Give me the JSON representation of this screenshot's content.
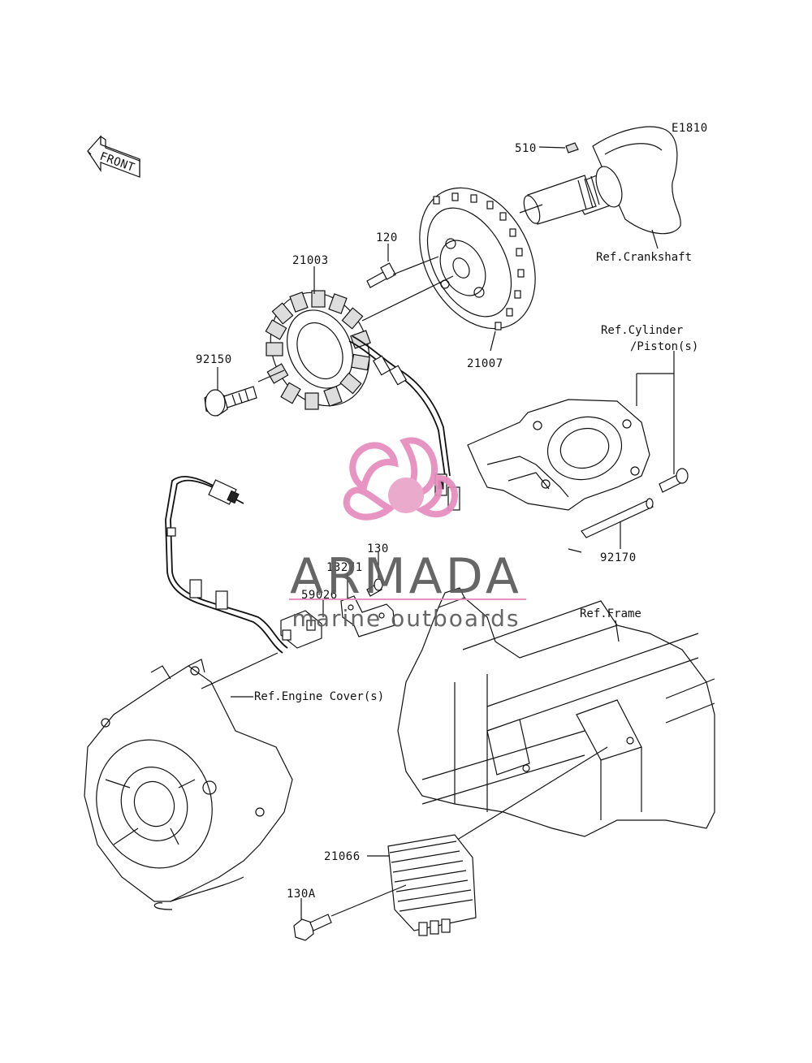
{
  "diagram_code": "E1810",
  "front_arrow": {
    "label": "FRONT",
    "icon": "front-arrow-icon"
  },
  "part_labels": {
    "p510": "510",
    "p120": "120",
    "p21003": "21003",
    "p21007": "21007",
    "p92150": "92150",
    "p130": "130",
    "p13271": "13271",
    "p59026": "59026",
    "p92170": "92170",
    "p21066": "21066",
    "p130A": "130A"
  },
  "reference_labels": {
    "crankshaft": "Ref.Crankshaft",
    "cylinder_line1": "Ref.Cylinder",
    "cylinder_line2": "/Piston(s)",
    "frame": "Ref.Frame",
    "engine_cover": "Ref.Engine Cover(s)"
  },
  "watermark": {
    "brand": "ARMADA",
    "tagline": "marine outboards",
    "logo_icon": "propeller-logo-icon",
    "colors": {
      "logo": "#e58cbd",
      "logo_center": "#e8a3c8",
      "text": "#5a5a5a",
      "rule": "#e58cbd"
    }
  }
}
